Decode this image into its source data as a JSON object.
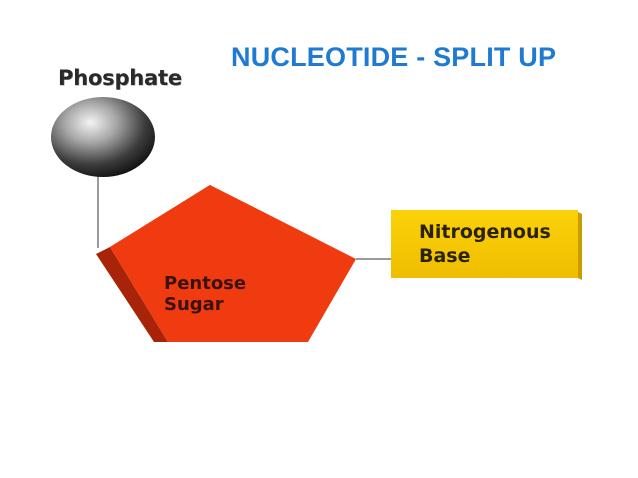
{
  "title": {
    "text": "NUCLEOTIDE - SPLIT UP",
    "color": "#1f7bd1"
  },
  "phosphate": {
    "label": "Phosphate",
    "color": "#5a5a5a"
  },
  "pentose_sugar": {
    "label_line1": "Pentose",
    "label_line2": "Sugar",
    "color": "#f03a10"
  },
  "nitrogenous_base": {
    "label_line1": "Nitrogenous",
    "label_line2": "Base",
    "color": "#f5c400"
  }
}
